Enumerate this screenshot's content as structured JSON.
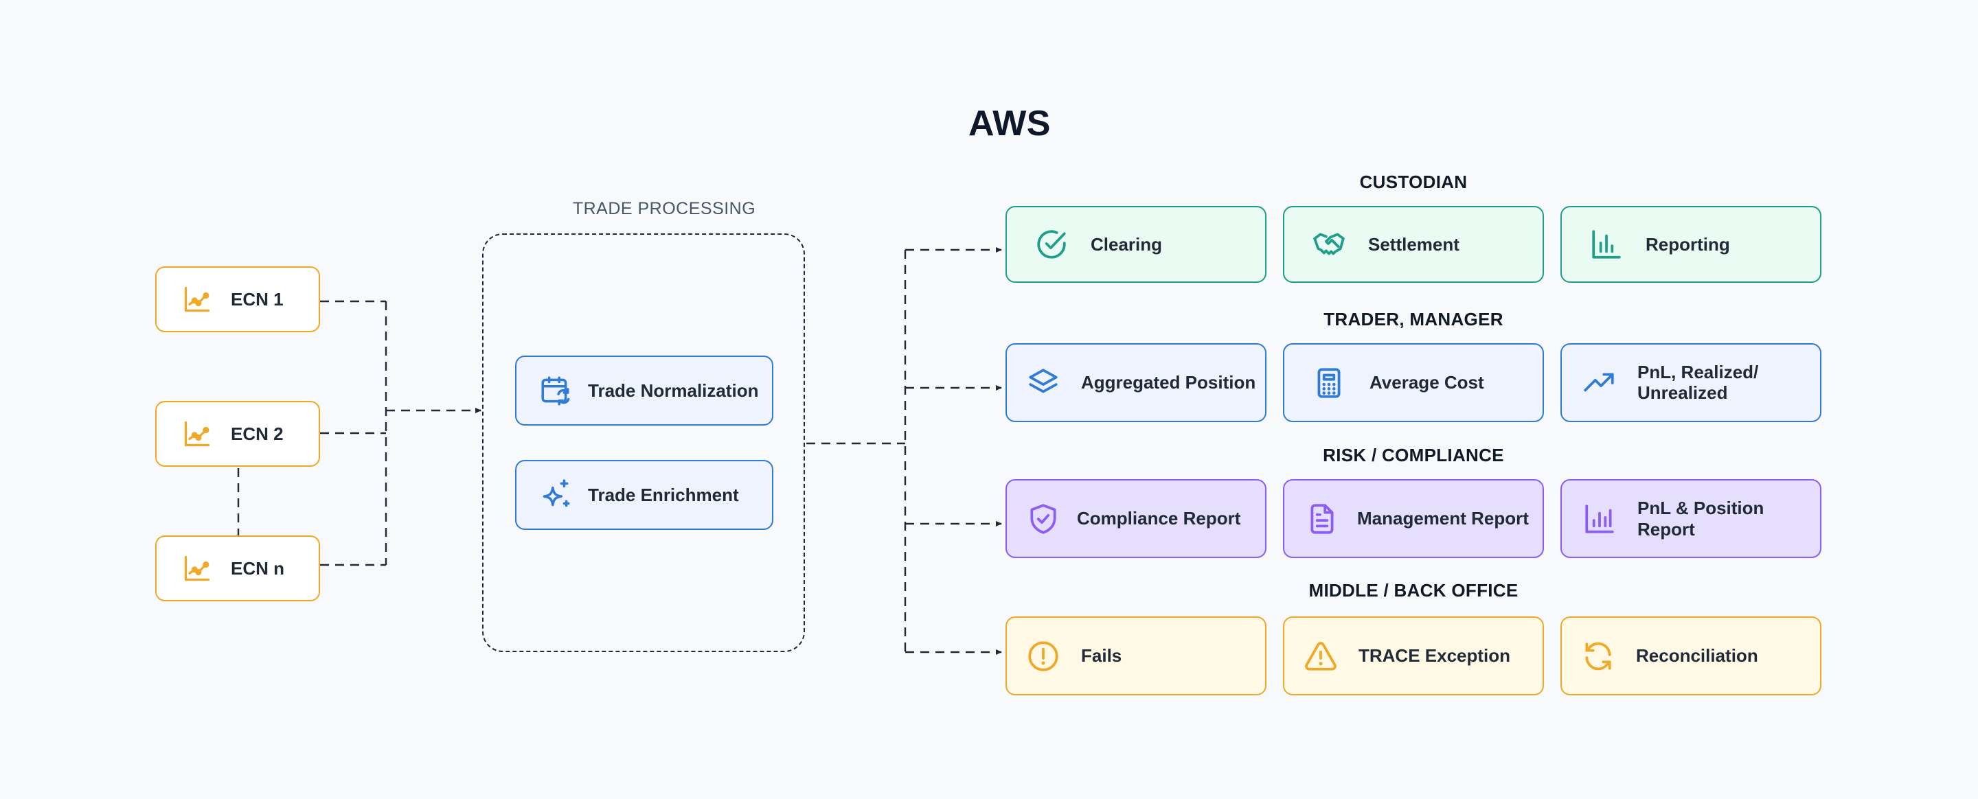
{
  "title": "AWS",
  "trade_processing": {
    "label": "TRADE PROCESSING",
    "steps": [
      "Trade Normalization",
      "Trade Enrichment"
    ]
  },
  "sources": [
    "ECN 1",
    "ECN 2",
    "ECN n"
  ],
  "groups": [
    {
      "label": "CUSTODIAN",
      "items": [
        "Clearing",
        "Settlement",
        "Reporting"
      ]
    },
    {
      "label": "TRADER, MANAGER",
      "items": [
        "Aggregated Position",
        "Average Cost",
        "PnL, Realized/ Unrealized"
      ]
    },
    {
      "label": "RISK / COMPLIANCE",
      "items": [
        "Compliance Report",
        "Management Report",
        "PnL & Position Report"
      ]
    },
    {
      "label": "MIDDLE / BACK OFFICE",
      "items": [
        "Fails",
        "TRACE Exception",
        "Reconciliation"
      ]
    }
  ],
  "colors": {
    "ecn": "#f0a828",
    "processing": "#2f7bd6",
    "custodian": "#1f9e8a",
    "trader": "#2f7bd6",
    "risk": "#8b5cf6",
    "office": "#f0a828"
  },
  "icons": {
    "ecn": "chart-line-icon",
    "trade_normalization": "calendar-sync-icon",
    "trade_enrichment": "sparkles-icon",
    "clearing": "check-circle-icon",
    "settlement": "handshake-icon",
    "reporting": "bar-chart-icon",
    "aggregated_position": "layers-icon",
    "average_cost": "calculator-icon",
    "pnl_realized": "trending-up-icon",
    "compliance_report": "shield-check-icon",
    "management_report": "file-text-icon",
    "pnl_position_report": "bar-chart-icon",
    "fails": "alert-circle-icon",
    "trace_exception": "warning-triangle-icon",
    "reconciliation": "refresh-icon"
  }
}
